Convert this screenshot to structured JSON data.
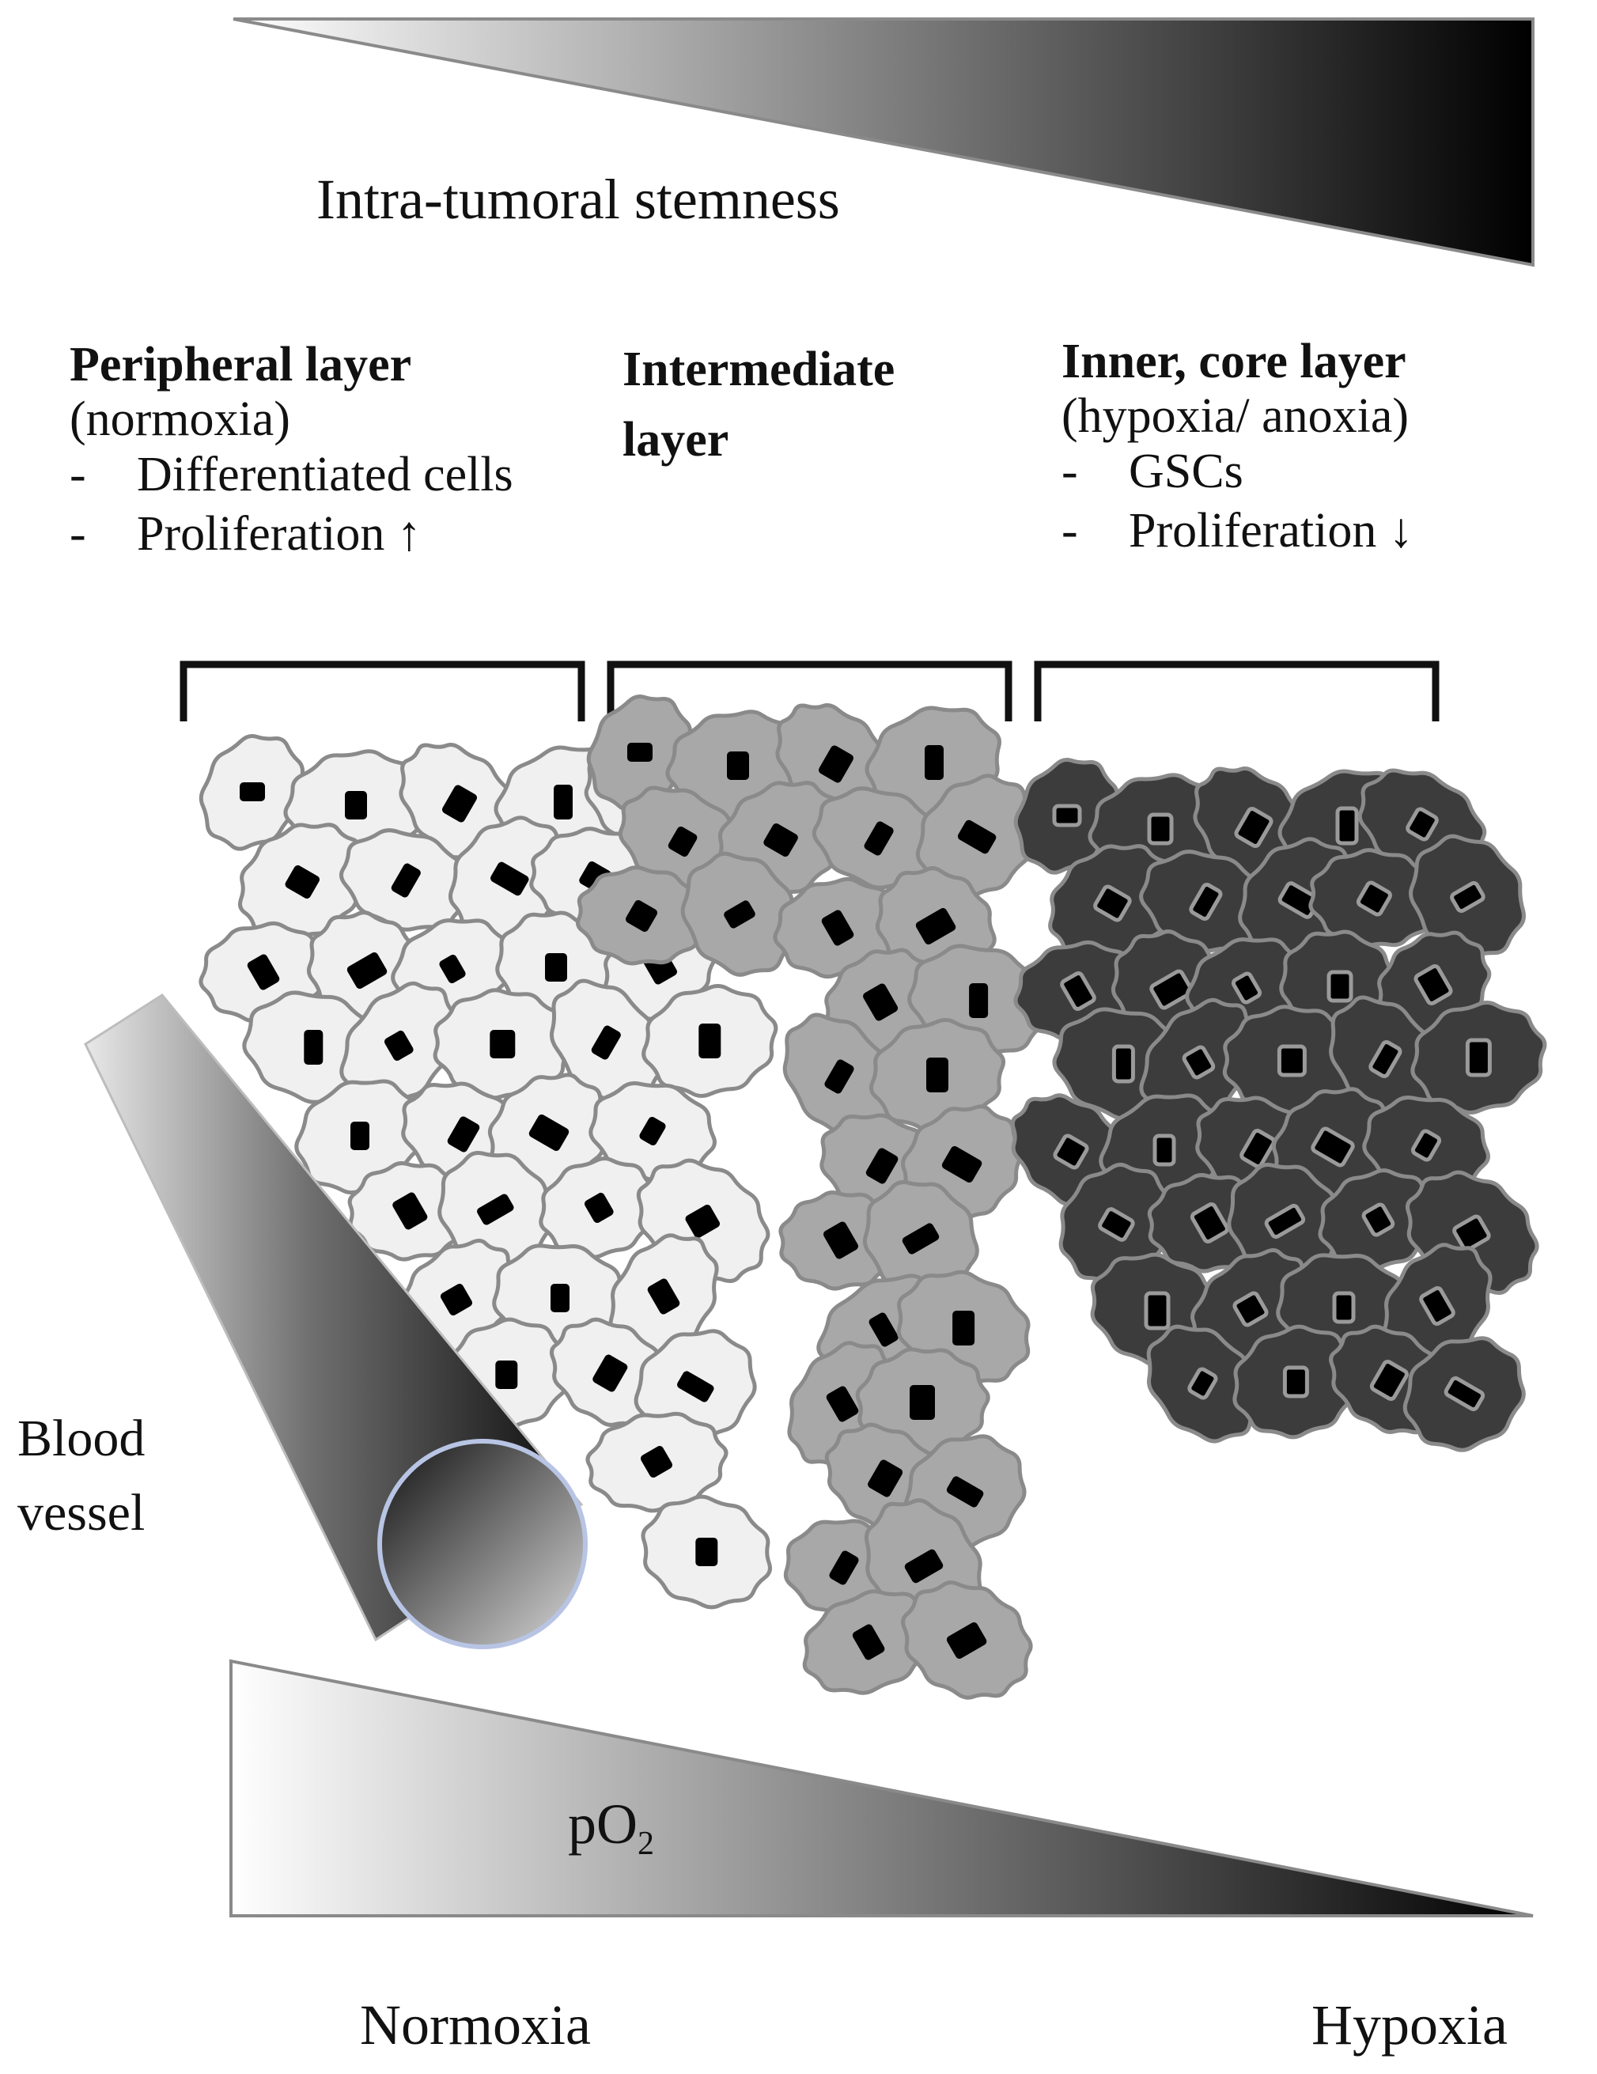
{
  "top_gradient": {
    "label": "Intra-tumoral stemness"
  },
  "layers": {
    "peripheral": {
      "title": "Peripheral layer",
      "condition": "(normoxia)",
      "items": [
        {
          "dash": "-",
          "text": "Differentiated cells"
        },
        {
          "dash": "-",
          "text": "Proliferation ↑"
        }
      ]
    },
    "intermediate": {
      "title_line1": "Intermediate",
      "title_line2": "layer"
    },
    "inner": {
      "title": "Inner, core layer",
      "condition": "(hypoxia/ anoxia)",
      "items": [
        {
          "dash": "-",
          "text": "GSCs"
        },
        {
          "dash": "-",
          "text": "Proliferation ↓"
        }
      ]
    }
  },
  "vessel": {
    "line1": "Blood",
    "line2": "vessel"
  },
  "bottom_gradient": {
    "label_main": "pO",
    "label_sub": "2"
  },
  "axis": {
    "left": "Normoxia",
    "right": "Hypoxia"
  },
  "colors": {
    "peripheral_cell": "#f0f0f0",
    "intermediate_cell": "#a8a8a8",
    "core_cell": "#3c3c3c",
    "cell_outline": "#8a8a8a",
    "nucleus": "#000000",
    "core_nucleus_rim": "#9a9a9a"
  }
}
